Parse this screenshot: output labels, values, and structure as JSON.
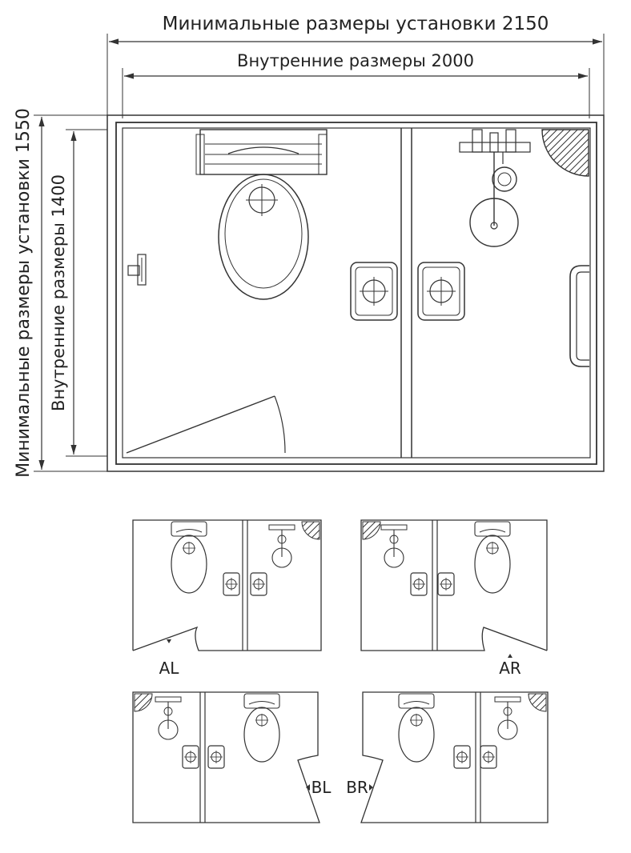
{
  "dimensions": {
    "install_width_label": "Минимальные размеры установки 2150",
    "inner_width_label": "Внутренние размеры 2000",
    "install_height_label": "Минимальные размеры установки 1550",
    "inner_height_label": "Внутренние размеры 1400"
  },
  "variants": [
    {
      "label": "AL"
    },
    {
      "label": "AR"
    },
    {
      "label": "BL"
    },
    {
      "label": "BR"
    }
  ],
  "colors": {
    "line": "#333333",
    "hatch": "#333333",
    "background": "#ffffff"
  },
  "icons": [
    "toilet-icon",
    "shower-head-icon",
    "shower-drain-icon",
    "faucet-icon",
    "grab-bar-icon",
    "floor-drain-icon",
    "corner-shelf-icon",
    "paper-holder-icon",
    "door-swing-icon"
  ]
}
